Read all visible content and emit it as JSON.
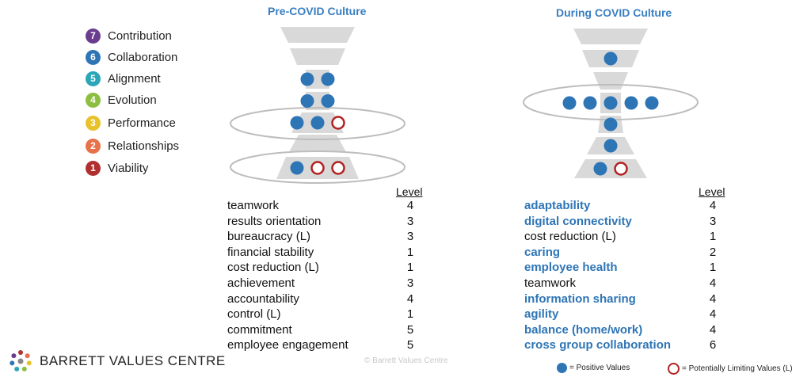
{
  "titles": {
    "pre": "Pre-COVID Culture",
    "during": "During COVID Culture"
  },
  "levels": [
    {
      "num": "7",
      "label": "Contribution",
      "color": "#6a3d8f"
    },
    {
      "num": "6",
      "label": "Collaboration",
      "color": "#2e75b6"
    },
    {
      "num": "5",
      "label": "Alignment",
      "color": "#2aa6b8"
    },
    {
      "num": "4",
      "label": "Evolution",
      "color": "#8cbf3f"
    },
    {
      "num": "3",
      "label": "Performance",
      "color": "#e8c22a"
    },
    {
      "num": "2",
      "label": "Relationships",
      "color": "#e8714a"
    },
    {
      "num": "1",
      "label": "Viability",
      "color": "#b03030"
    }
  ],
  "pre_table": {
    "level_header": "Level",
    "rows": [
      {
        "name": "teamwork",
        "level": "4"
      },
      {
        "name": "results orientation",
        "level": "3"
      },
      {
        "name": "bureaucracy (L)",
        "level": "3"
      },
      {
        "name": "financial stability",
        "level": "1"
      },
      {
        "name": "cost reduction (L)",
        "level": "1"
      },
      {
        "name": "achievement",
        "level": "3"
      },
      {
        "name": "accountability",
        "level": "4"
      },
      {
        "name": "control (L)",
        "level": "1"
      },
      {
        "name": "commitment",
        "level": "5"
      },
      {
        "name": "employee engagement",
        "level": "5"
      }
    ]
  },
  "during_table": {
    "level_header": "Level",
    "rows": [
      {
        "name": "adaptability",
        "level": "4",
        "highlight": true
      },
      {
        "name": "digital connectivity",
        "level": "3",
        "highlight": true
      },
      {
        "name": "cost reduction (L)",
        "level": "1",
        "highlight": false
      },
      {
        "name": "caring",
        "level": "2",
        "highlight": true
      },
      {
        "name": "employee health",
        "level": "1",
        "highlight": true
      },
      {
        "name": "teamwork",
        "level": "4",
        "highlight": false
      },
      {
        "name": "information sharing",
        "level": "4",
        "highlight": true
      },
      {
        "name": "agility",
        "level": "4",
        "highlight": true
      },
      {
        "name": "balance (home/work)",
        "level": "4",
        "highlight": true
      },
      {
        "name": "cross group collaboration",
        "level": "6",
        "highlight": true
      }
    ]
  },
  "pre_dots": {
    "7": {
      "positive": 0,
      "limiting": 0
    },
    "6": {
      "positive": 0,
      "limiting": 0
    },
    "5": {
      "positive": 2,
      "limiting": 0
    },
    "4": {
      "positive": 2,
      "limiting": 0
    },
    "3": {
      "positive": 2,
      "limiting": 1
    },
    "2": {
      "positive": 0,
      "limiting": 0
    },
    "1": {
      "positive": 1,
      "limiting": 2
    }
  },
  "during_dots": {
    "7": {
      "positive": 0,
      "limiting": 0
    },
    "6": {
      "positive": 1,
      "limiting": 0
    },
    "5": {
      "positive": 0,
      "limiting": 0
    },
    "4": {
      "positive": 5,
      "limiting": 0
    },
    "3": {
      "positive": 1,
      "limiting": 0
    },
    "2": {
      "positive": 1,
      "limiting": 0
    },
    "1": {
      "positive": 1,
      "limiting": 1
    }
  },
  "logo": {
    "text": "BARRETT VALUES CENTRE"
  },
  "copyright": "© Barrett Values Centre",
  "key": {
    "positive": "= Positive Values",
    "limiting": "= Potentially Limiting Values (L)"
  },
  "colors": {
    "positive_dot": "#2e75b6",
    "limiting_ring": "#b22222",
    "shape_gray": "#d9d9d9",
    "highlight_text": "#2e75b6"
  }
}
